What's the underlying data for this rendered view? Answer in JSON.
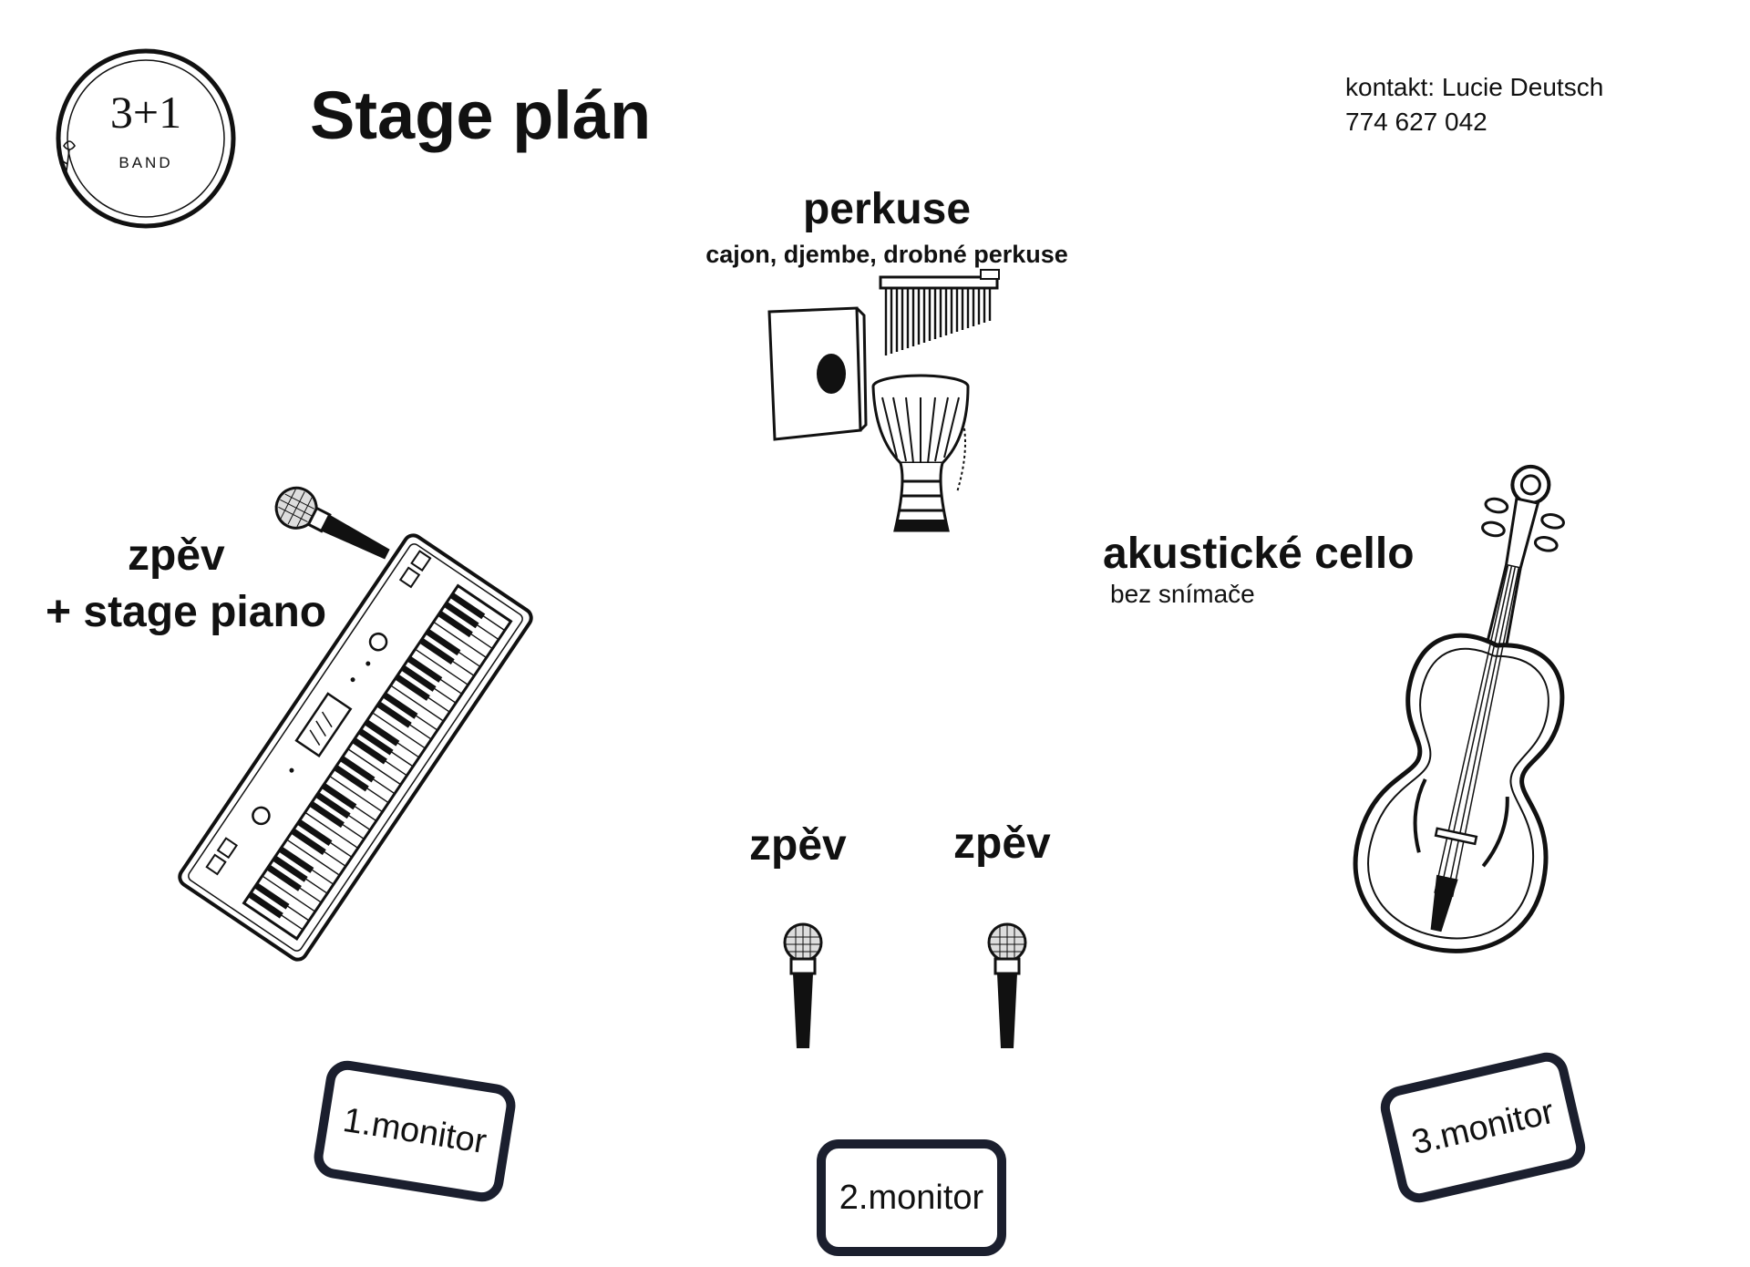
{
  "logo": {
    "number": "3+1",
    "word": "BAND"
  },
  "header": {
    "title": "Stage plán",
    "contact_line": "kontakt: Lucie Deutsch",
    "phone": "774 627 042"
  },
  "percussion": {
    "title": "perkuse",
    "subtitle": "cajon, djembe,  drobné perkuse"
  },
  "keys": {
    "line1": "zpěv",
    "line2": "+ stage piano"
  },
  "cello": {
    "title": "akustické cello",
    "subtitle": "bez snímače"
  },
  "vocals": {
    "left": "zpěv",
    "right": "zpěv"
  },
  "monitors": {
    "m1": "1.monitor",
    "m2": "2.monitor",
    "m3": "3.monitor"
  },
  "colors": {
    "ink": "#111111",
    "monitor_border": "#1b1f2e"
  }
}
